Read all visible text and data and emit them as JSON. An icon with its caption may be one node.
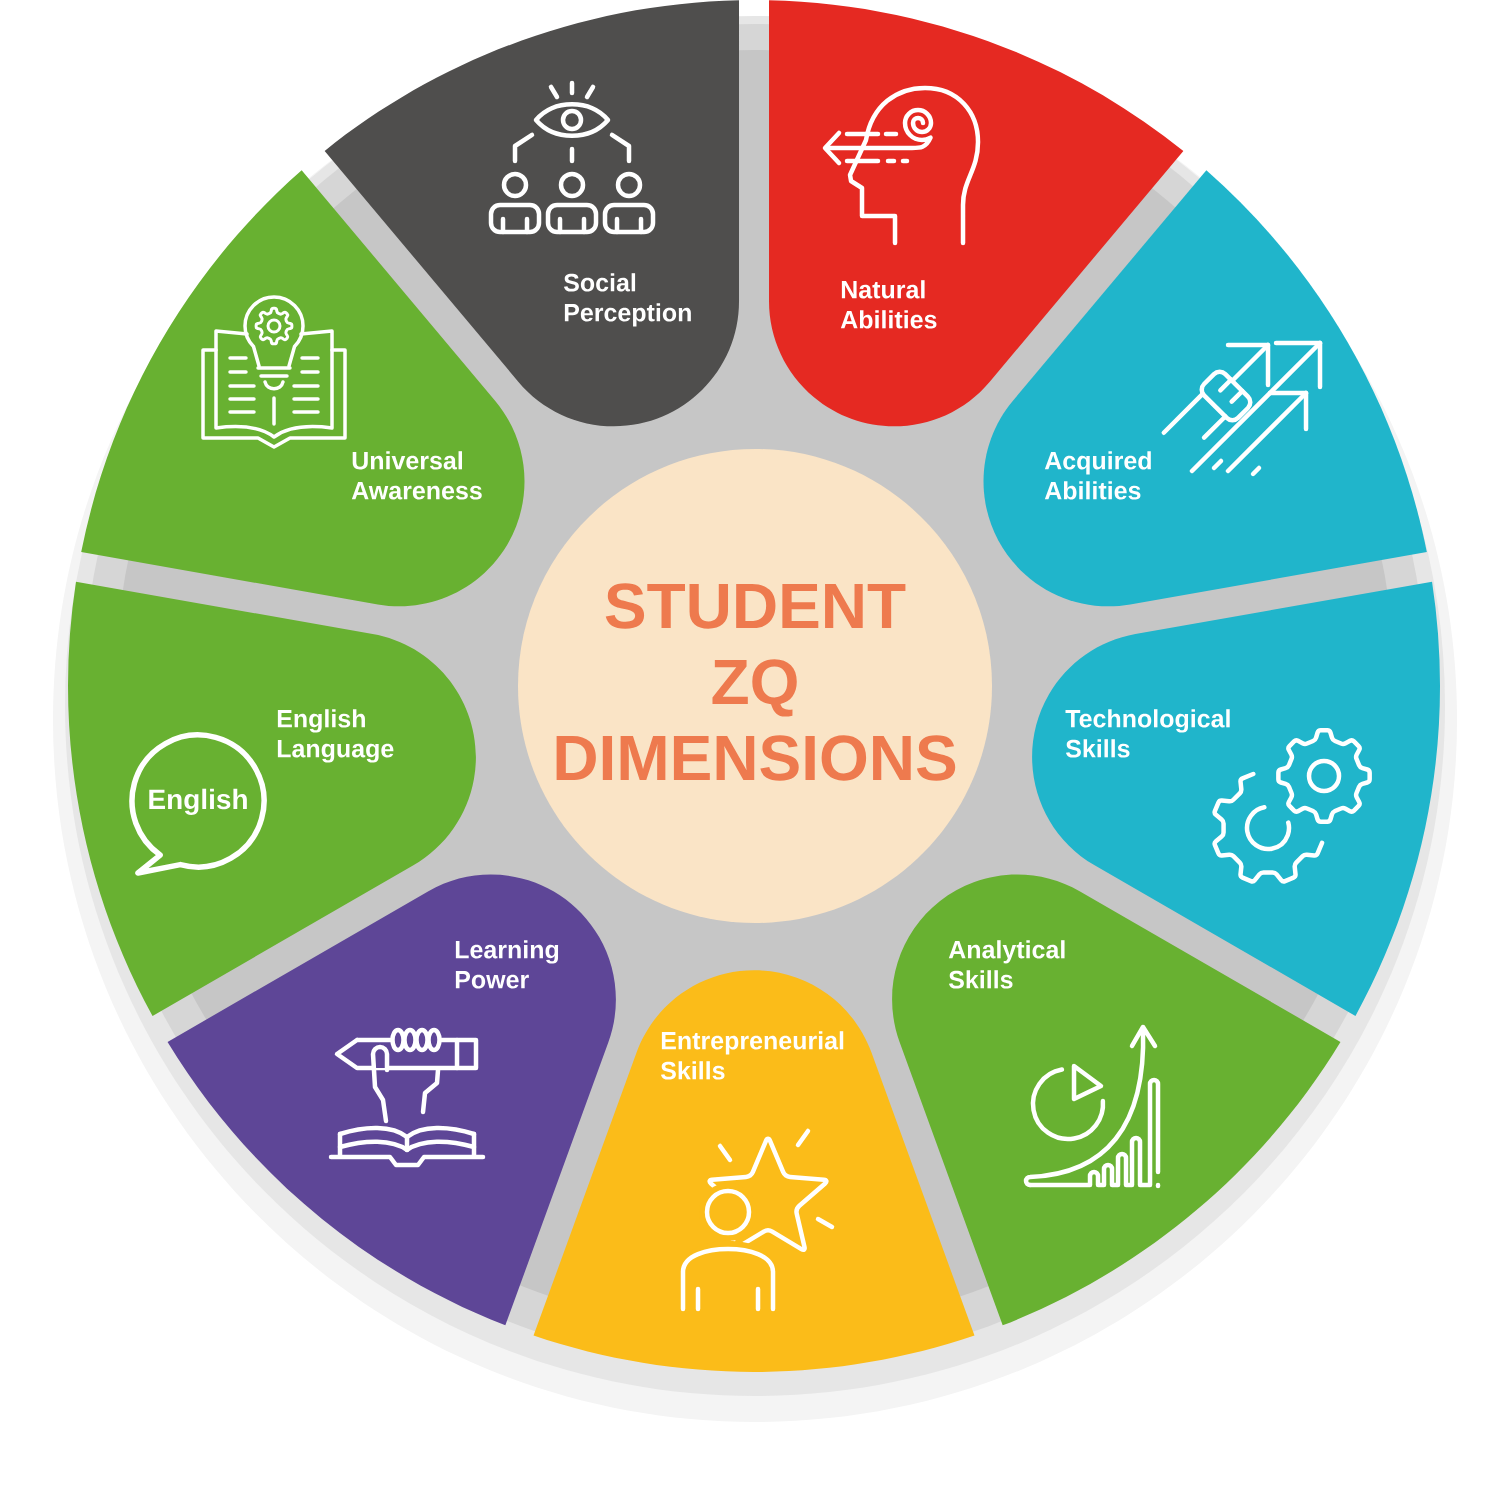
{
  "diagram": {
    "nodes": [
      {
        "text": [
          "STUDENT ZQ DIMENSIONS"
        ]
      },
      {
        "text": [
          "Social Perception"
        ]
      },
      {
        "text": [
          "Natural Abilities"
        ]
      },
      {
        "text": [
          "Acquired Abilities"
        ]
      },
      {
        "text": [
          "Technological Skills"
        ]
      },
      {
        "text": [
          "Analytical Skills"
        ]
      },
      {
        "text": [
          "Entrepreneurial Skills"
        ]
      },
      {
        "text": [
          "Learning Power"
        ]
      },
      {
        "text": [
          "English Language"
        ]
      },
      {
        "text": [
          "English"
        ],
        "in": 8
      },
      {
        "text": [
          "Universal Awareness"
        ]
      }
    ]
  }
}
